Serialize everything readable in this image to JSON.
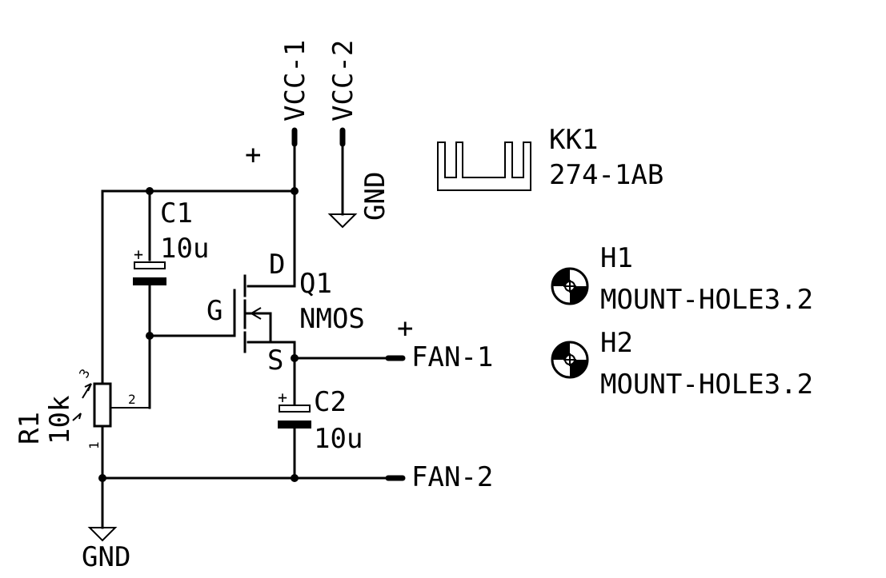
{
  "power": {
    "vcc1": "VCC-1",
    "vcc2": "VCC-2",
    "gnd_top": "GND",
    "gnd_bottom": "GND",
    "plus_vcc": "+"
  },
  "c1": {
    "name": "C1",
    "value": "10u",
    "polarity": "+"
  },
  "c2": {
    "name": "C2",
    "value": "10u",
    "polarity": "+"
  },
  "q1": {
    "name": "Q1",
    "type": "NMOS",
    "gate": "G",
    "drain": "D",
    "source": "S"
  },
  "r1": {
    "name": "R1",
    "value": "10k",
    "pin1": "1",
    "pin2": "2",
    "pin3": "3"
  },
  "fan": {
    "pin1": "FAN-1",
    "pin2": "FAN-2",
    "plus": "+"
  },
  "heatsink": {
    "name": "KK1",
    "part": "274-1AB"
  },
  "holes": [
    {
      "name": "H1",
      "part": "MOUNT-HOLE3.2"
    },
    {
      "name": "H2",
      "part": "MOUNT-HOLE3.2"
    }
  ]
}
